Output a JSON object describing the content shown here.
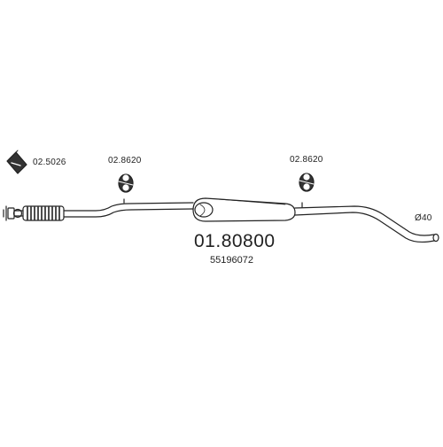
{
  "diagram": {
    "main_part_number": "01.80800",
    "oem_number": "55196072",
    "pipe_diameter": "Ø40",
    "parts": [
      {
        "number": "02.5026",
        "type": "clamp-bracket"
      },
      {
        "number": "02.8620",
        "type": "rubber-mount"
      },
      {
        "number": "02.8620",
        "type": "rubber-mount"
      }
    ],
    "colors": {
      "line": "#222222",
      "background": "#ffffff"
    }
  }
}
